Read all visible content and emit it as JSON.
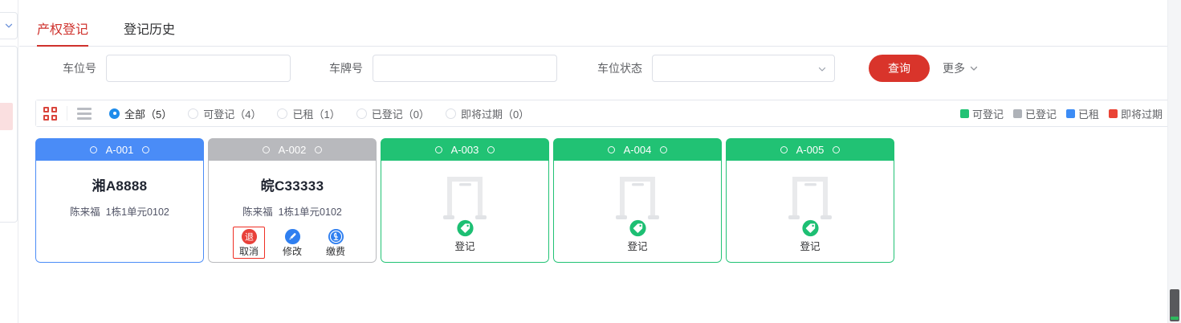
{
  "left_panel": {
    "chevron_icon": "chevron-down-icon",
    "pink_block": "#fadfe0"
  },
  "tabs": [
    {
      "label": "产权登记",
      "active": true
    },
    {
      "label": "登记历史",
      "active": false
    }
  ],
  "filters": {
    "space_no": {
      "label": "车位号",
      "value": "",
      "placeholder": ""
    },
    "plate_no": {
      "label": "车牌号",
      "value": "",
      "placeholder": ""
    },
    "status": {
      "label": "车位状态",
      "value": "",
      "placeholder": "",
      "caret_icon": "chevron-down-icon"
    },
    "search_button": "查询",
    "more_toggle": {
      "label": "更多",
      "icon": "chevron-down-icon"
    }
  },
  "toolbar": {
    "view_grid": {
      "icon": "grid-view-icon",
      "active": true
    },
    "view_list": {
      "icon": "list-view-icon",
      "active": false
    },
    "radios": [
      {
        "label": "全部（5）",
        "checked": true
      },
      {
        "label": "可登记（4）",
        "checked": false
      },
      {
        "label": "已租（1）",
        "checked": false
      },
      {
        "label": "已登记（0）",
        "checked": false
      },
      {
        "label": "即将过期（0）",
        "checked": false
      }
    ],
    "legend": [
      {
        "label": "可登记",
        "color": "#21c274"
      },
      {
        "label": "已登记",
        "color": "#aeb2b8"
      },
      {
        "label": "已租",
        "color": "#3c8cf5"
      },
      {
        "label": "即将过期",
        "color": "#ea4335"
      }
    ]
  },
  "cards": [
    {
      "code": "A-001",
      "state": "rented",
      "head_color": "#4a8cf7",
      "border_color": "#4a8cf7",
      "plate": "湘A8888",
      "owner": "陈来福",
      "address": "1栋1单元0102",
      "actions": []
    },
    {
      "code": "A-002",
      "state": "registered",
      "head_color": "#b8b9bd",
      "border_color": "#b8b9bd",
      "plate": "皖C33333",
      "owner": "陈来福",
      "address": "1栋1单元0102",
      "actions": [
        {
          "label": "取消",
          "icon": "refund-icon",
          "focused": true
        },
        {
          "label": "修改",
          "icon": "edit-pencil-icon",
          "focused": false
        },
        {
          "label": "缴费",
          "icon": "payment-icon",
          "focused": false
        }
      ]
    },
    {
      "code": "A-003",
      "state": "available",
      "head_color": "#21c274",
      "border_color": "#21c274",
      "plate": "",
      "owner": "",
      "address": "",
      "empty_icon": "parking-gate-icon",
      "register": {
        "label": "登记",
        "icon": "tag-register-icon"
      },
      "actions": []
    },
    {
      "code": "A-004",
      "state": "available",
      "head_color": "#21c274",
      "border_color": "#21c274",
      "plate": "",
      "owner": "",
      "address": "",
      "empty_icon": "parking-gate-icon",
      "register": {
        "label": "登记",
        "icon": "tag-register-icon"
      },
      "actions": []
    },
    {
      "code": "A-005",
      "state": "available",
      "head_color": "#21c274",
      "border_color": "#21c274",
      "plate": "",
      "owner": "",
      "address": "",
      "empty_icon": "parking-gate-icon",
      "register": {
        "label": "登记",
        "icon": "tag-register-icon"
      },
      "actions": []
    }
  ],
  "scrollbar": {
    "orientation": "vertical",
    "thumb_position": "bottom"
  }
}
